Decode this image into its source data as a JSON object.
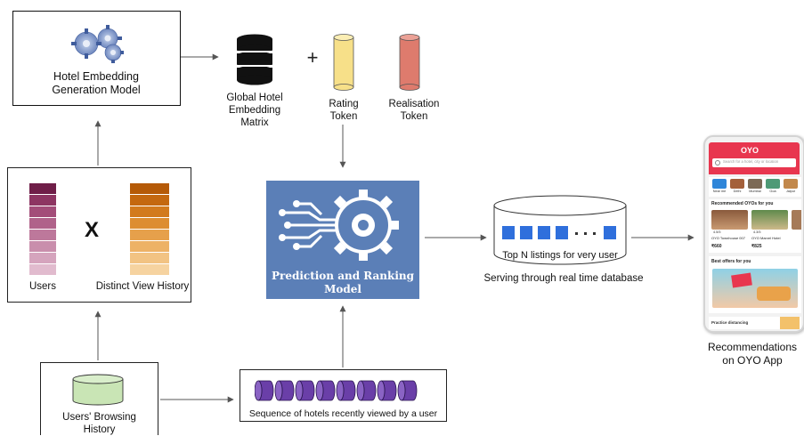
{
  "embedding_model": {
    "label_line1": "Hotel Embedding",
    "label_line2": "Generation Model"
  },
  "matrix": {
    "label_line1": "Global Hotel",
    "label_line2": "Embedding Matrix"
  },
  "rating": {
    "label_line1": "Rating",
    "label_line2": "Token"
  },
  "realisation": {
    "label_line1": "Realisation",
    "label_line2": "Token"
  },
  "plus_symbol": "+",
  "users_box": {
    "users_label": "Users",
    "history_label": "Distinct View History",
    "cross": "X"
  },
  "ranking_model": {
    "label_line1": "Prediction and Ranking",
    "label_line2": "Model"
  },
  "database": {
    "label": "Top N listings for very user",
    "caption": "Serving through real time database"
  },
  "browsing": {
    "label_line1": "Users' Browsing",
    "label_line2": "History"
  },
  "sequence": {
    "label": "Sequence of hotels recently viewed by a user"
  },
  "app_caption": {
    "line1": "Recommendations",
    "line2": "on OYO App"
  },
  "phone": {
    "logo": "OYO",
    "search_placeholder": "Search for a hotel, city or location",
    "cities": [
      "Near me",
      "Delhi",
      "Mumbai",
      "Goa",
      "Jaipur"
    ],
    "section1": "Recommended OYOs for you",
    "hotel1_name": "OYO Townhouse 007",
    "hotel1_price": "₹660",
    "hotel2_name": "OYO Marvel Hotel",
    "hotel2_price": "₹825",
    "rating1": "4.5/5",
    "rating2": "4.3/5",
    "section2": "Best offers for you",
    "bottom_text": "Practice distancing"
  },
  "colors": {
    "users_shades": [
      "#6f1e48",
      "#8d3562",
      "#a34d79",
      "#b0628a",
      "#bd789b",
      "#c98eac",
      "#d5a4bd",
      "#e1bbce"
    ],
    "history_shades": [
      "#b55a07",
      "#c4680f",
      "#d27a1d",
      "#dd8d31",
      "#e6a04b",
      "#edb266",
      "#f2c383",
      "#f6d3a0"
    ],
    "ranking_bg": "#5b7fb7",
    "rating_token": "#f7e089",
    "realisation_token": "#de7b6d",
    "browsing_db": "#c9e5b5",
    "sequence_item": "#6a3fa8",
    "listing_square": "#2f6fdc",
    "oyo_red": "#e8364f"
  }
}
